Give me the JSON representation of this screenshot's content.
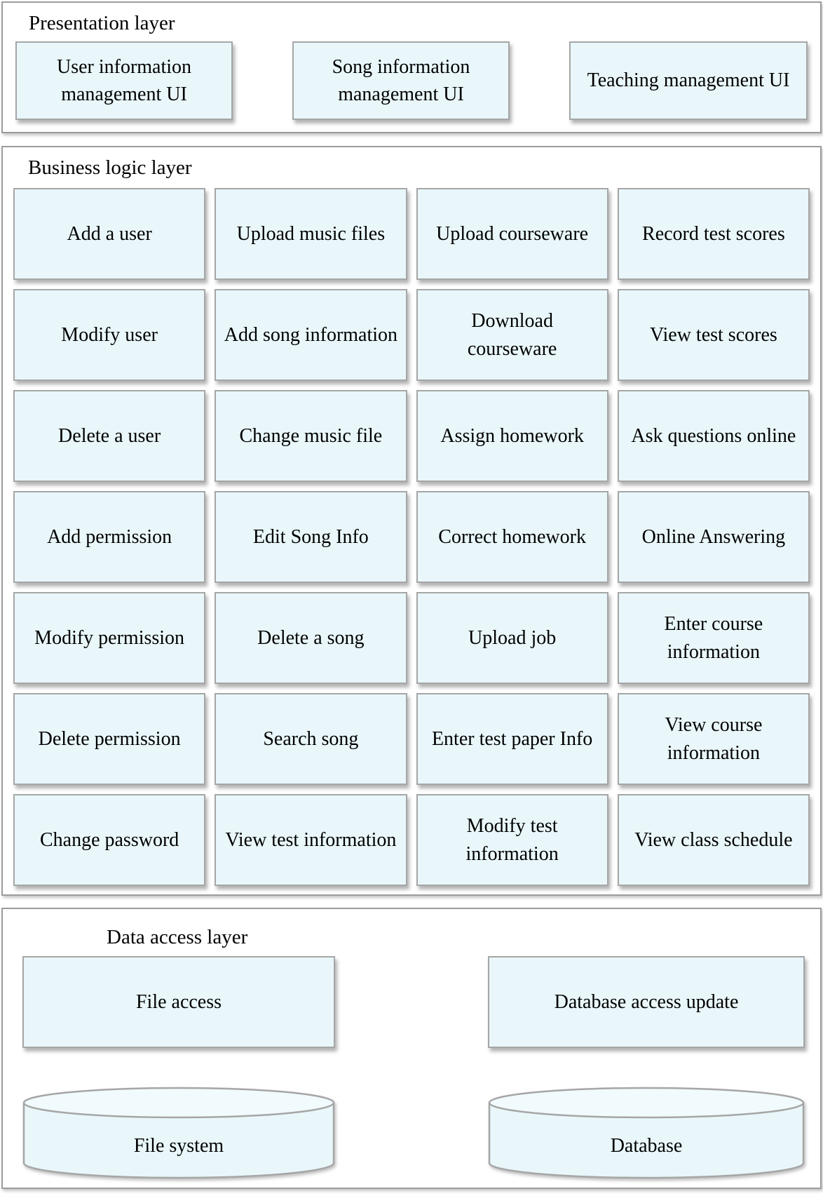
{
  "presentation_layer": {
    "title": "Presentation layer",
    "boxes": [
      "User information management UI",
      "Song information management UI",
      "Teaching management UI"
    ]
  },
  "business_layer": {
    "title": "Business logic layer",
    "grid": [
      [
        "Add a user",
        "Upload music files",
        "Upload courseware",
        "Record test scores"
      ],
      [
        "Modify user",
        "Add song information",
        "Download courseware",
        "View test scores"
      ],
      [
        "Delete a user",
        "Change music file",
        "Assign homework",
        "Ask questions online"
      ],
      [
        "Add permission",
        "Edit Song Info",
        "Correct homework",
        "Online Answering"
      ],
      [
        "Modify permission",
        "Delete a song",
        "Upload job",
        "Enter course information"
      ],
      [
        "Delete permission",
        "Search song",
        "Enter test paper Info",
        "View course information"
      ],
      [
        "Change password",
        "View test information",
        "Modify test information",
        "View class schedule"
      ]
    ]
  },
  "data_layer": {
    "title": "Data access layer",
    "boxes": [
      "File access",
      "Database access update"
    ],
    "cylinders": [
      "File system",
      "Database"
    ]
  },
  "colors": {
    "box_fill": "#e9f7fb",
    "box_border": "#a6a6a6",
    "container_border": "#9c9c9c",
    "cylinder_top_fill": "#f1fafc",
    "text": "#000000"
  }
}
